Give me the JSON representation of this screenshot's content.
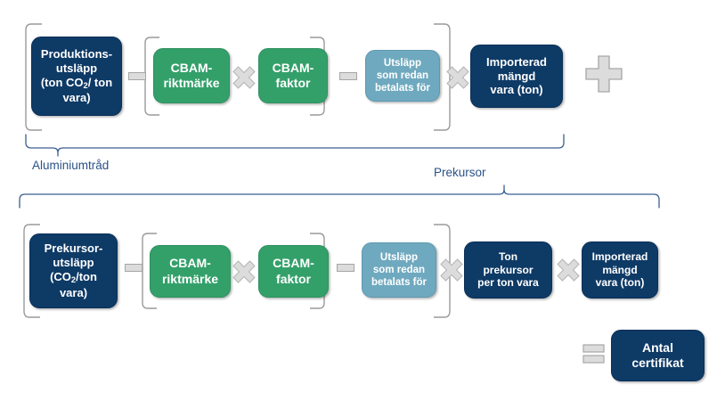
{
  "diagram": {
    "title_colors": {
      "navy": "#0e3a66",
      "green": "#33a06a",
      "light_blue": "#6fa9bf",
      "operator_gray": "#dcdcdc",
      "bracket_gray": "#a6a6a6",
      "brace_blue": "#2b5288",
      "label_text": "#2b5288"
    },
    "row1": {
      "group_label": "Aluminiumtråd",
      "boxes": {
        "production_emissions": {
          "line1": "Produktions-",
          "line2": "utsläpp",
          "line3_pre": "(ton CO",
          "line3_sub": "2",
          "line3_post": "/ ton",
          "line4": "vara)"
        },
        "cbam_benchmark": {
          "line1": "CBAM-",
          "line2": "riktmärke"
        },
        "cbam_factor": {
          "line1": "CBAM-",
          "line2": "faktor"
        },
        "already_paid": {
          "line1": "Utsläpp",
          "line2": "som redan",
          "line3": "betalats för"
        },
        "imported_quantity": {
          "line1": "Importerad",
          "line2": "mängd",
          "line3": "vara (ton)"
        }
      },
      "operators": {
        "op1": "minus",
        "op2": "times",
        "op3": "minus",
        "op4": "times",
        "op5": "plus"
      }
    },
    "row2": {
      "group_label": "Prekursor",
      "boxes": {
        "precursor_emissions": {
          "line1": "Prekursor-",
          "line2": "utsläpp",
          "line3_pre": "(CO",
          "line3_sub": "2",
          "line3_post": "/ton",
          "line4": "vara)"
        },
        "cbam_benchmark": {
          "line1": "CBAM-",
          "line2": "riktmärke"
        },
        "cbam_factor": {
          "line1": "CBAM-",
          "line2": "faktor"
        },
        "already_paid": {
          "line1": "Utsläpp",
          "line2": "som redan",
          "line3": "betalats för"
        },
        "ton_precursor": {
          "line1": "Ton",
          "line2": "prekursor",
          "line3": "per ton vara"
        },
        "imported_quantity": {
          "line1": "Importerad",
          "line2": "mängd",
          "line3": "vara (ton)"
        }
      },
      "operators": {
        "op1": "minus",
        "op2": "times",
        "op3": "minus",
        "op4": "times",
        "op5": "times"
      }
    },
    "result": {
      "operator": "equals",
      "box": {
        "line1": "Antal",
        "line2": "certifikat"
      }
    }
  }
}
